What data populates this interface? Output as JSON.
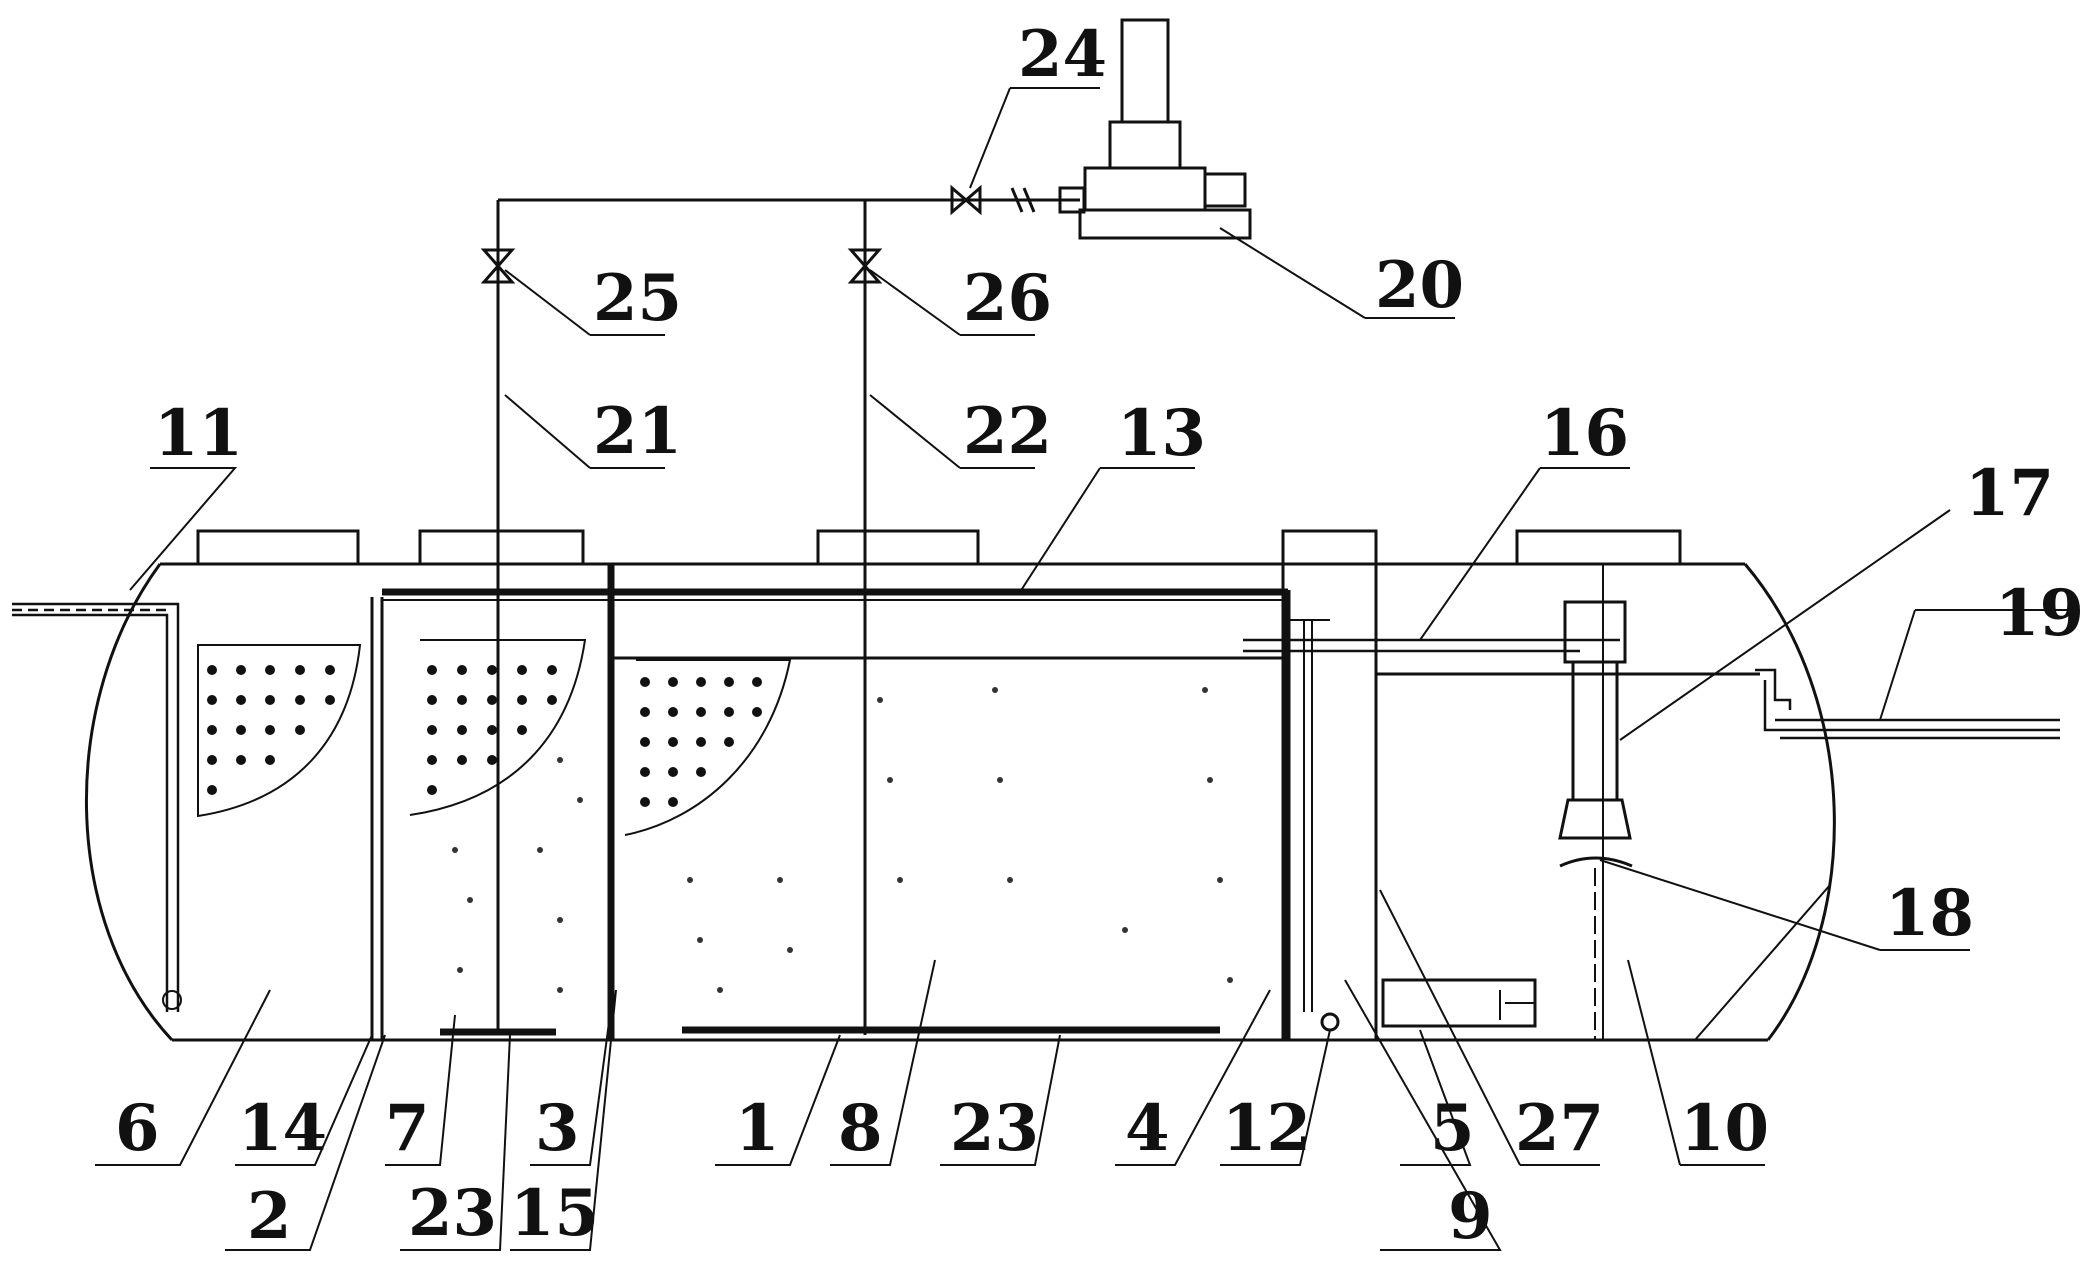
{
  "labels": {
    "l1": "1",
    "l2": "2",
    "l3": "3",
    "l4": "4",
    "l5": "5",
    "l6": "6",
    "l7": "7",
    "l8": "8",
    "l9": "9",
    "l10": "10",
    "l11": "11",
    "l12": "12",
    "l13": "13",
    "l14": "14",
    "l15": "15",
    "l16": "16",
    "l17": "17",
    "l18": "18",
    "l19": "19",
    "l20": "20",
    "l21": "21",
    "l22": "22",
    "l23a": "23",
    "l23b": "23",
    "l24": "24",
    "l25": "25",
    "l26": "26",
    "l27": "27"
  }
}
